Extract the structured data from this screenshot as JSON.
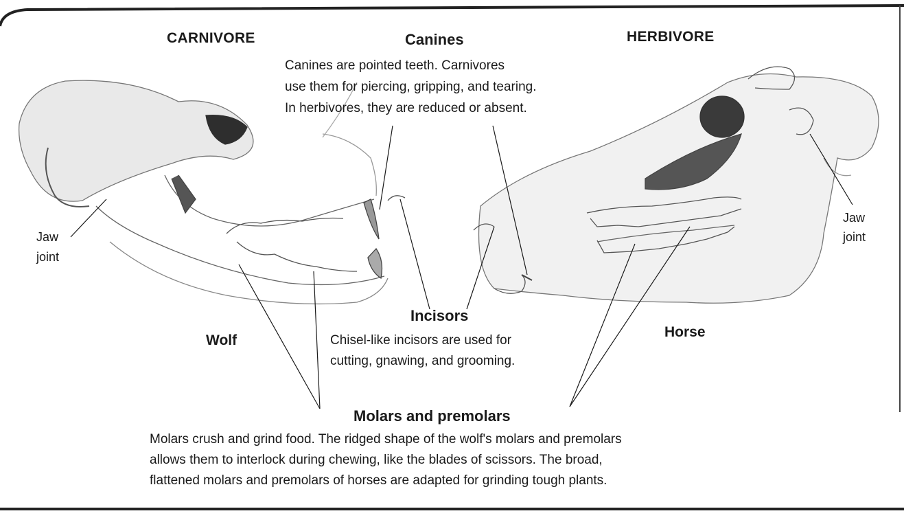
{
  "headings": {
    "carnivore": "CARNIVORE",
    "herbivore": "HERBIVORE"
  },
  "animals": {
    "wolf": "Wolf",
    "horse": "Horse"
  },
  "canines": {
    "title": "Canines",
    "lines": [
      "Canines are pointed teeth. Carnivores",
      "use them for piercing, gripping, and tearing.",
      "In herbivores, they are reduced or absent."
    ]
  },
  "incisors": {
    "title": "Incisors",
    "lines": [
      "Chisel-like incisors are used for",
      "cutting, gnawing, and grooming."
    ]
  },
  "molars": {
    "title": "Molars and premolars",
    "lines": [
      "Molars crush and grind food. The ridged shape of the wolf's molars and premolars",
      "allows them to interlock during chewing, like the blades of scissors. The broad,",
      "flattened molars and premolars of horses are adapted for grinding tough plants."
    ]
  },
  "jaw_joint_left": [
    "Jaw",
    "joint"
  ],
  "jaw_joint_right": [
    "Jaw",
    "joint"
  ]
}
